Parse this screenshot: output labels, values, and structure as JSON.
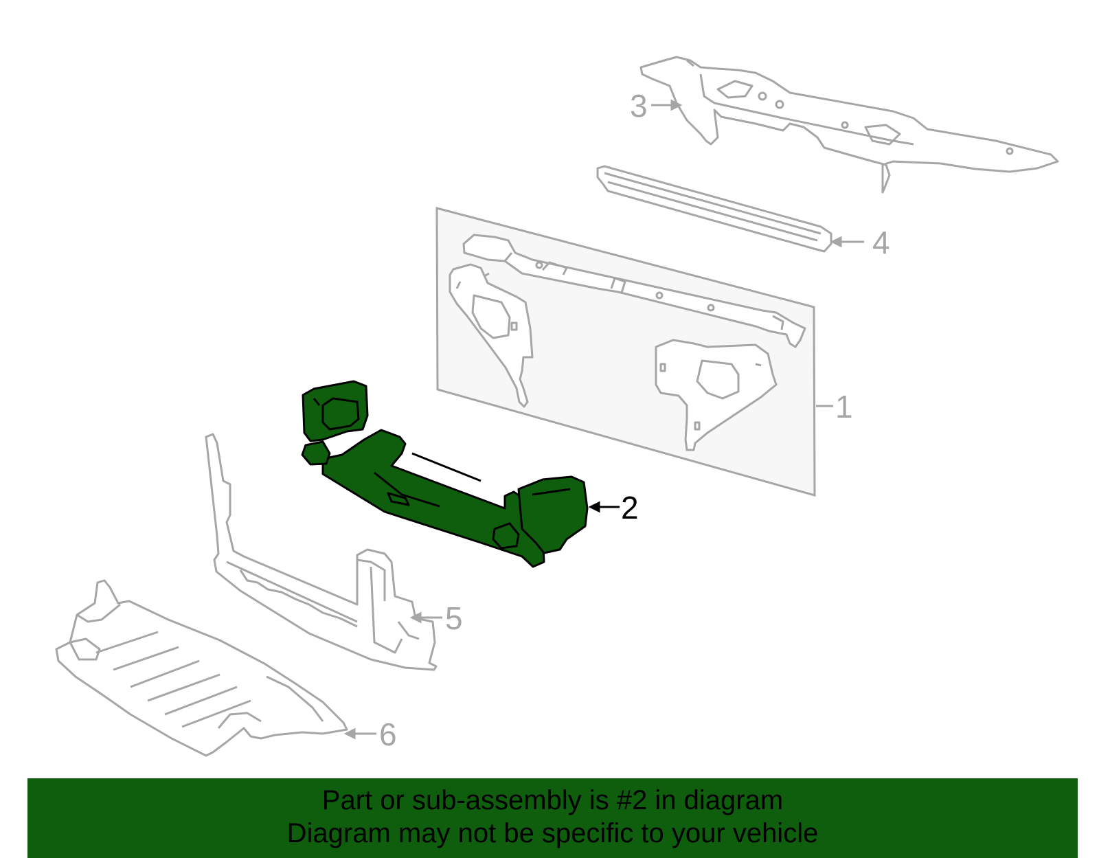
{
  "colors": {
    "line_gray": "#a6a6a6",
    "panel_fill": "#f7f7f7",
    "highlight_green": "#0e5e0e",
    "highlight_outline": "#000000",
    "banner_green": "#0e5e0e",
    "banner_text": "#000000"
  },
  "callouts": {
    "part1": "1",
    "part2": "2",
    "part3": "3",
    "part4": "4",
    "part5": "5",
    "part6": "6"
  },
  "banner": {
    "line1": "Part or sub-assembly is #2 in diagram",
    "line2": "Diagram may not be specific to your vehicle"
  }
}
